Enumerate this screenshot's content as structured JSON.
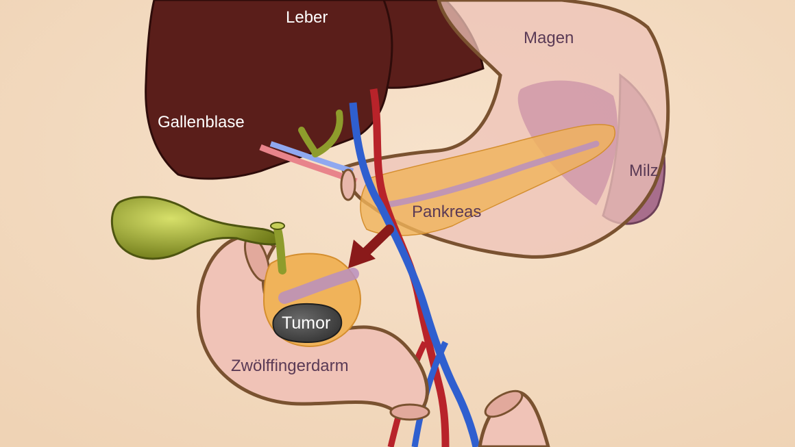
{
  "labels": {
    "leber": "Leber",
    "magen": "Magen",
    "gallenblase": "Gallenblase",
    "milz": "Milz",
    "pankreas": "Pankreas",
    "tumor": "Tumor",
    "zwoelffingerdarm": "Zwölffingerdarm"
  },
  "colors": {
    "background": "#f3d9be",
    "liver": "#5a1e1a",
    "stomach_outline": "#7a5230",
    "stomach_fill": "#eec3b8",
    "spleen": "#a86e8c",
    "pancreas": "#f0b35a",
    "pancreatic_duct": "#b98fc0",
    "gallbladder": "#8e9c2c",
    "duodenum": "#f0c3b7",
    "tumor": "#4a4a4a",
    "artery": "#b8232a",
    "vein": "#2f5fcf",
    "arrow": "#8a1a1a"
  }
}
